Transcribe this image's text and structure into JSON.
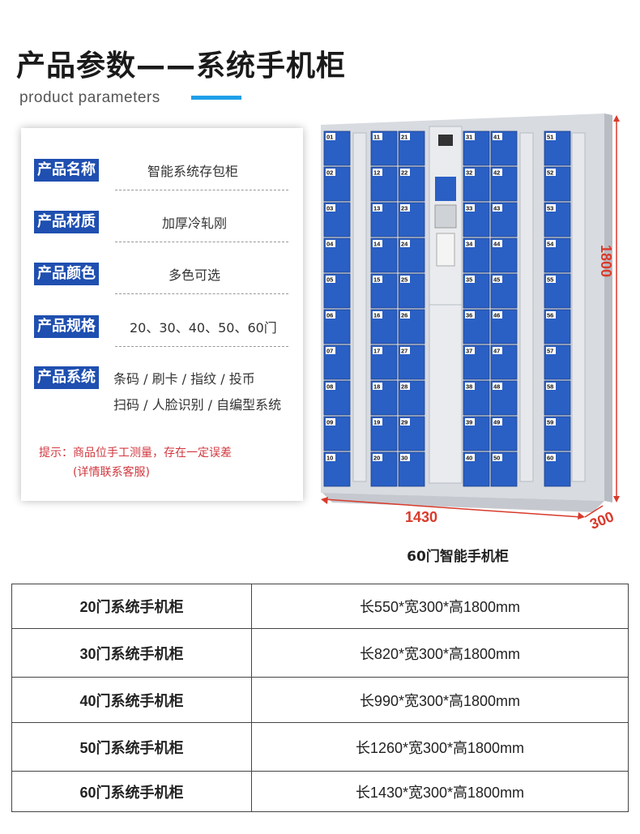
{
  "header": {
    "title": "产品参数——系统手机柜",
    "subtitle": "product parameters"
  },
  "specs": [
    {
      "label": "产品名称",
      "value": "智能系统存包柜"
    },
    {
      "label": "产品材质",
      "value": "加厚冷轧刚"
    },
    {
      "label": "产品颜色",
      "value": "多色可选"
    },
    {
      "label": "产品规格",
      "value": "20、30、40、50、60门"
    },
    {
      "label": "产品系统",
      "value": "条码 / 刷卡 / 指纹 / 投币",
      "value2": "扫码 / 人脸识别 / 自编型系统"
    }
  ],
  "note": {
    "line1": "提示：商品位手工测量，存在一定误差",
    "line2": "(详情联系客服)"
  },
  "dimensions": {
    "height": "1800",
    "width": "1430",
    "depth": "300"
  },
  "locker_numbers": [
    "01",
    "02",
    "03",
    "04",
    "05",
    "06",
    "07",
    "08",
    "09",
    "10",
    "11",
    "12",
    "13",
    "14",
    "15",
    "16",
    "17",
    "18",
    "19",
    "20",
    "21",
    "22",
    "23",
    "24",
    "25",
    "26",
    "27",
    "28",
    "29",
    "30",
    "31",
    "32",
    "33",
    "34",
    "35",
    "36",
    "37",
    "38",
    "39",
    "40",
    "41",
    "42",
    "43",
    "44",
    "45",
    "46",
    "47",
    "48",
    "49",
    "50",
    "51",
    "52",
    "53",
    "54",
    "55",
    "56",
    "57",
    "58",
    "59",
    "60"
  ],
  "colors": {
    "accent": "#1f9fe8",
    "label_bg": "#1f4fb0",
    "door_blue": "#2a5fc4",
    "dimension": "#d93a2b",
    "note": "#d0383f"
  },
  "caption": "60门智能手机柜",
  "table": [
    {
      "model": "20门系统手机柜",
      "size": "长550*宽300*高1800mm"
    },
    {
      "model": "30门系统手机柜",
      "size": "长820*宽300*高1800mm"
    },
    {
      "model": "40门系统手机柜",
      "size": "长990*宽300*高1800mm"
    },
    {
      "model": "50门系统手机柜",
      "size": "长1260*宽300*高1800mm"
    },
    {
      "model": "60门系统手机柜",
      "size": "长1430*宽300*高1800mm"
    }
  ]
}
